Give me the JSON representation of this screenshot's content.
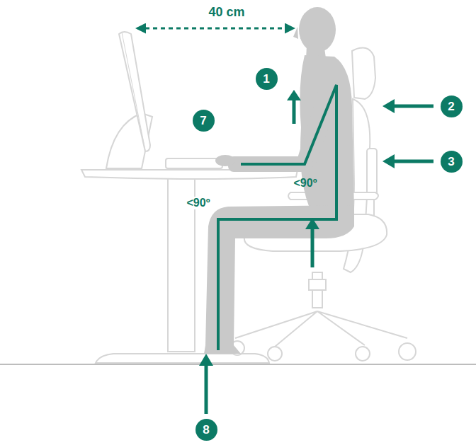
{
  "diagram": {
    "nodes": [
      {
        "text": [
          "1"
        ]
      },
      {
        "text": [
          "2"
        ]
      },
      {
        "text": [
          "7"
        ]
      },
      {
        "text": [
          "3"
        ]
      },
      {
        "text": [
          "8"
        ]
      }
    ],
    "labels": [
      "40 cm",
      "<90º",
      "<90º"
    ]
  }
}
